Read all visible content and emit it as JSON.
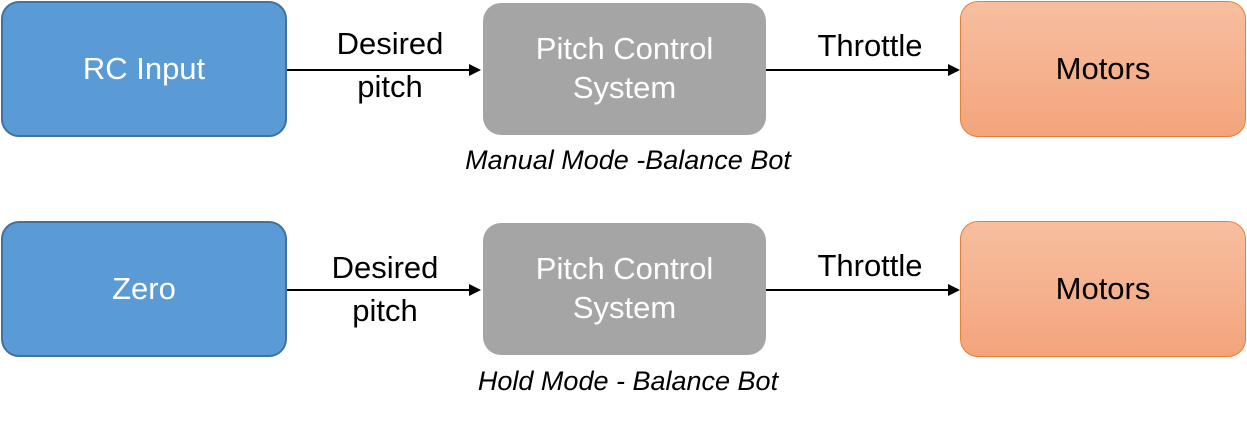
{
  "diagrams": [
    {
      "input": "RC Input",
      "edge1": "Desired pitch",
      "control": "Pitch Control System",
      "edge2": "Throttle",
      "output": "Motors",
      "caption": "Manual Mode -Balance Bot"
    },
    {
      "input": "Zero",
      "edge1": "Desired pitch",
      "control": "Pitch Control System",
      "edge2": "Throttle",
      "output": "Motors",
      "caption": "Hold Mode - Balance Bot"
    }
  ],
  "colors": {
    "input_fill": "#5b9bd5",
    "control_fill": "#a5a5a5",
    "output_fill": "#f4a47c"
  }
}
